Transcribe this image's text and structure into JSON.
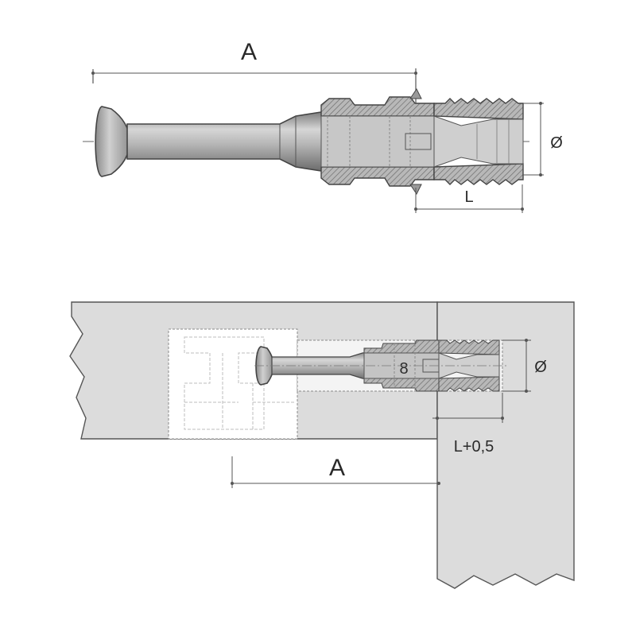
{
  "labels": {
    "top_length": "A",
    "top_diameter": "Ø",
    "top_thread_length": "L",
    "bottom_inner": "8",
    "bottom_diameter": "Ø",
    "bottom_depth": "L+0,5",
    "bottom_length": "A"
  },
  "colors": {
    "metal": "#a9a9a9",
    "metal_light": "#d2d2d2",
    "metal_dark": "#6e6e6e",
    "panel": "#dcdcdc",
    "outline": "#444444"
  }
}
